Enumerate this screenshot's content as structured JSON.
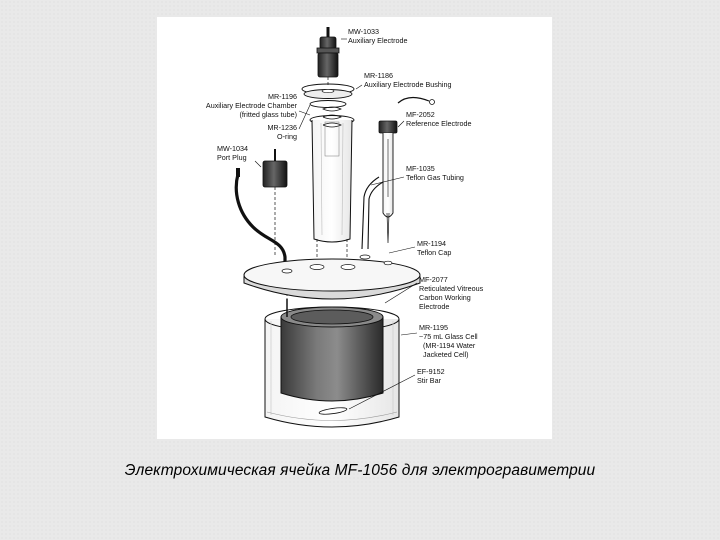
{
  "caption": "Электрохимическая ячейка MF-1056 для электрогравиметрии",
  "labels": {
    "mw1033": [
      "MW-1033",
      "Auxiliary Electrode"
    ],
    "mr1186": [
      "MR-1186",
      "Auxiliary Electrode Bushing"
    ],
    "mr1196": [
      "MR-1196",
      "Auxiliary Electrode Chamber",
      "(fritted glass tube)"
    ],
    "mr1236": [
      "MR-1236",
      "O-ring"
    ],
    "mf2052": [
      "MF-2052",
      "Reference Electrode"
    ],
    "mw1034": [
      "MW-1034",
      "Port Plug"
    ],
    "mf1035": [
      "MF-1035",
      "Teflon Gas Tubing"
    ],
    "mr1194cap": [
      "MR-1194",
      "Teflon Cap"
    ],
    "mf2077": [
      "MF-2077",
      "Reticulated Vitreous",
      "Carbon Working",
      "Electrode"
    ],
    "mr1195": [
      "MR-1195",
      "~75 mL Glass Cell",
      "(MR-1194 Water",
      "Jacketed Cell)"
    ],
    "ef9152": [
      "EF-9152",
      "Stir Bar"
    ]
  }
}
